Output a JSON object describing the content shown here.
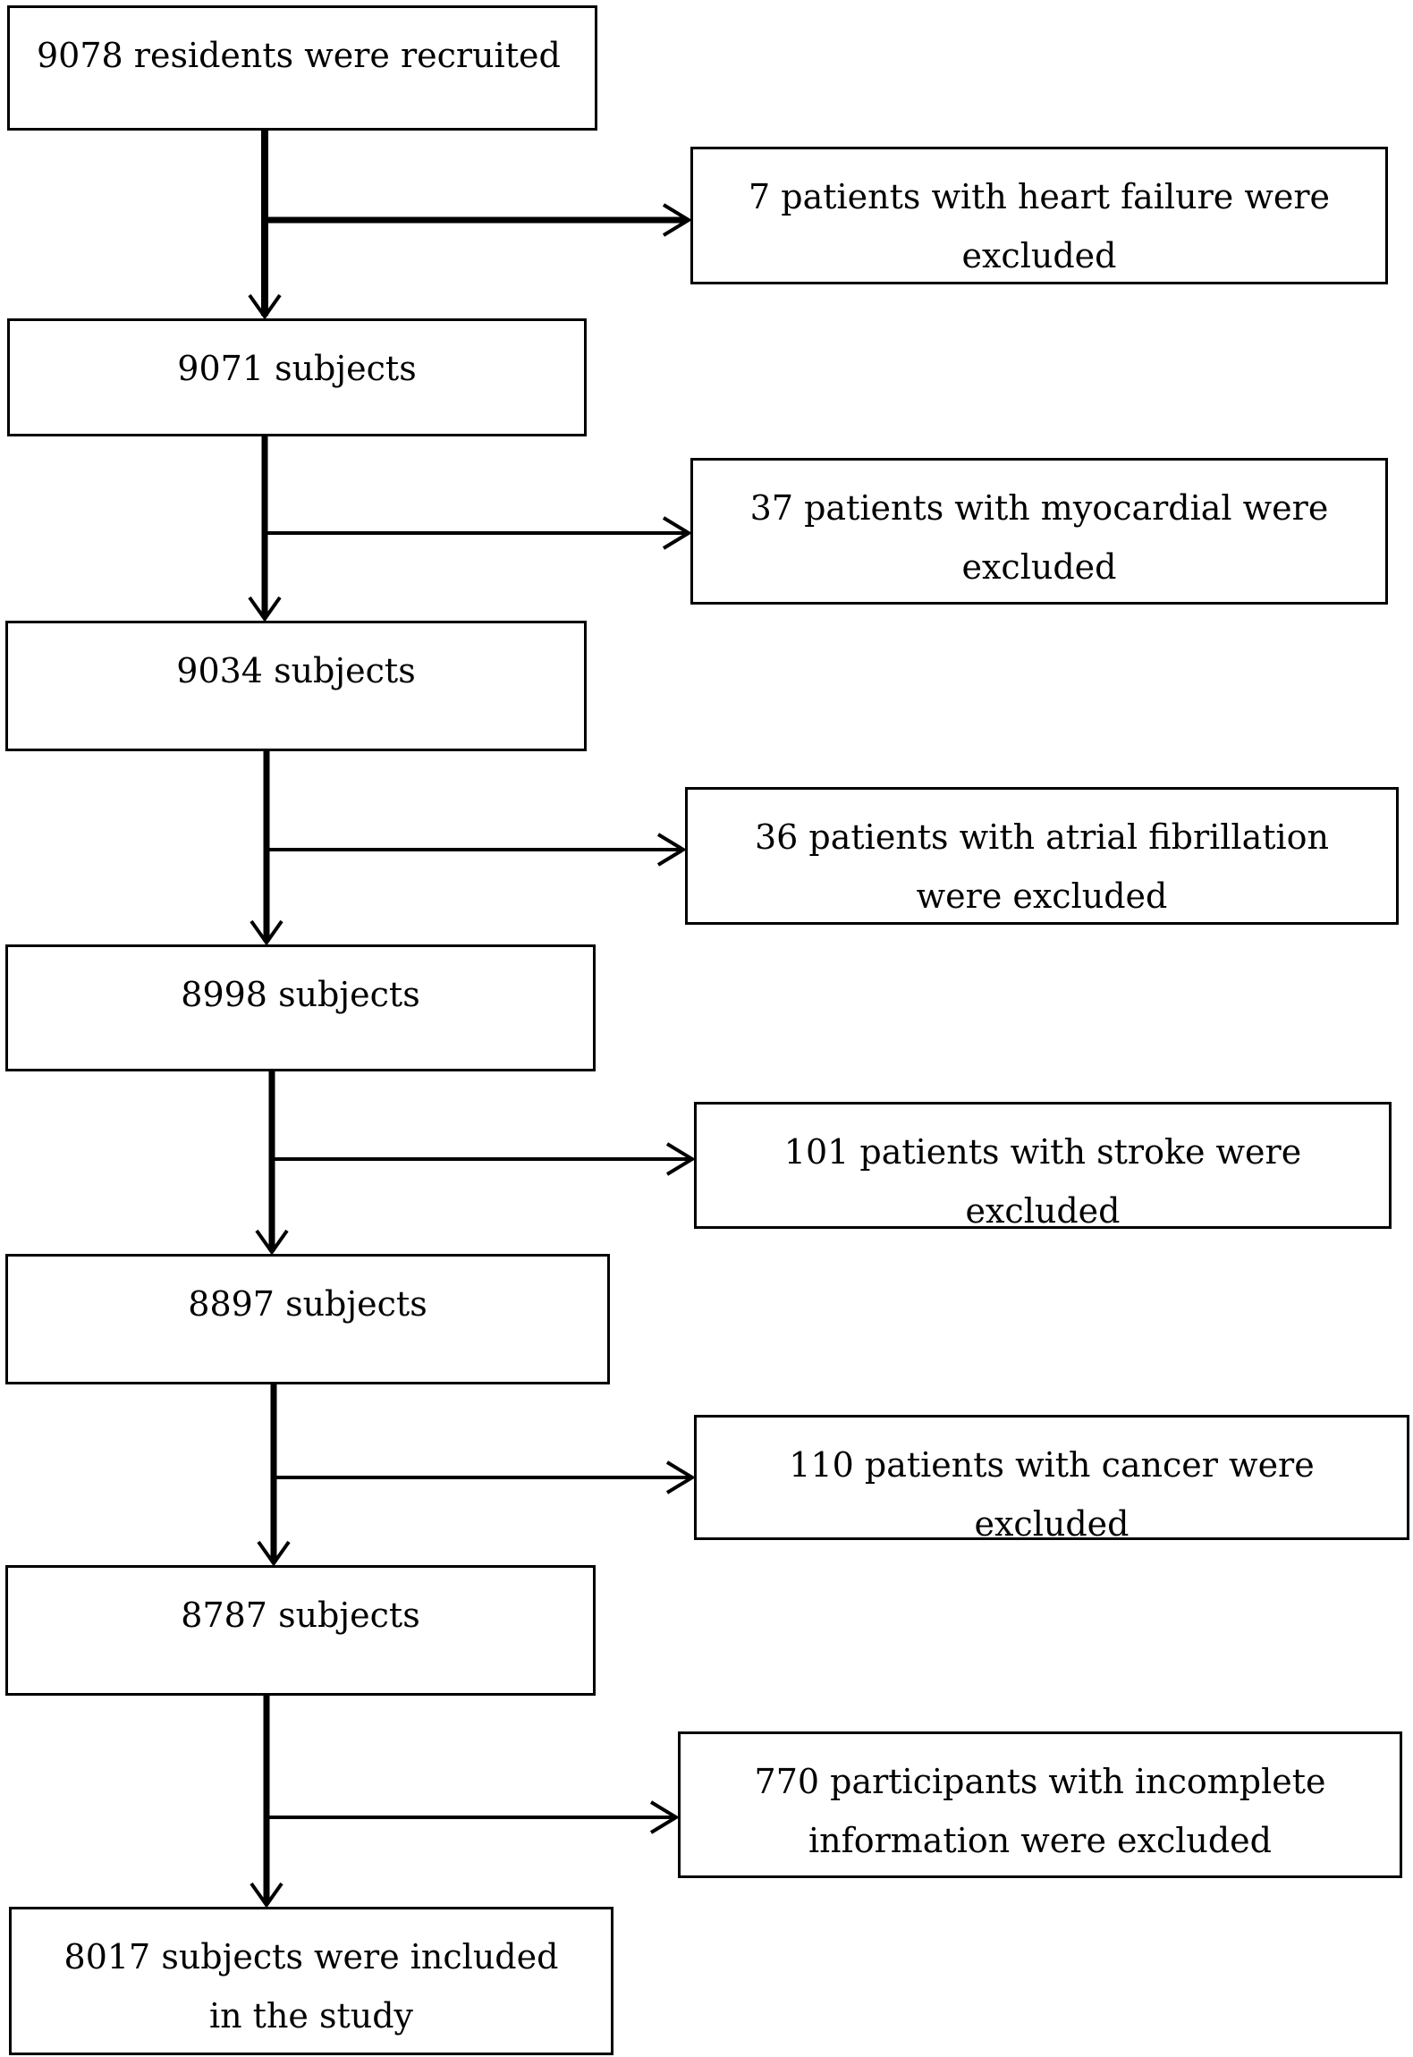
{
  "steps": [
    {
      "label": "9078 residents were recruited"
    },
    {
      "label": "9071  subjects"
    },
    {
      "label": "9034  subjects"
    },
    {
      "label": "8998  subjects"
    },
    {
      "label": "8897 subjects"
    },
    {
      "label": "8787  subjects"
    },
    {
      "label": "8017 subjects were included in the study"
    }
  ],
  "exclusions": [
    {
      "label": "7 patients with heart failure were excluded"
    },
    {
      "label": "37 patients with myocardial were excluded"
    },
    {
      "label": "36 patients with atrial fibrillation were excluded"
    },
    {
      "label": "101  patients with stroke were excluded"
    },
    {
      "label": "110 patients with cancer were excluded"
    },
    {
      "label": "770 participants with incomplete information were excluded"
    }
  ]
}
